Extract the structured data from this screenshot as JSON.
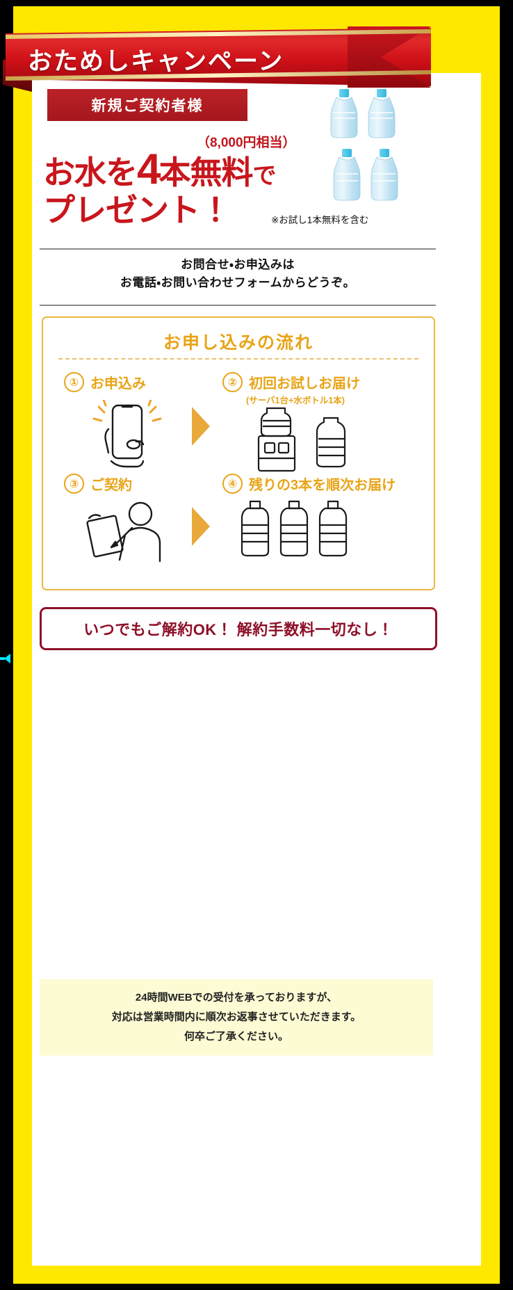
{
  "ribbon": {
    "title": "おためしキャンペーン"
  },
  "tag": {
    "label": "新規ご契約者様"
  },
  "headline": {
    "price_note": "（8,000円相当）",
    "line1_a": "お水を",
    "line1_big": "4",
    "line1_b": "本無料",
    "line1_c": "で",
    "line2": "プレゼント！",
    "small_note": "※お試し1本無料を含む"
  },
  "contact": {
    "line1": "お問合せ・お申込みは",
    "line2": "お電話・お問い合わせフォームからどうぞ。"
  },
  "flow": {
    "title": "お申し込みの流れ",
    "steps": [
      {
        "num": "①",
        "label": "お申込み",
        "sub": ""
      },
      {
        "num": "②",
        "label": "初回お試しお届け",
        "sub": "(サーバ1台+水ボトル1本)"
      },
      {
        "num": "③",
        "label": "ご契約",
        "sub": ""
      },
      {
        "num": "④",
        "label": "残りの3本を順次お届け",
        "sub": ""
      }
    ]
  },
  "cancel_banner": {
    "text": "いつでもご解約OK！ 解約手数料一切なし！"
  },
  "footnote": {
    "line1": "24時間WEBでの受付を承っておりますが、",
    "line2": "対応は営業時間内に順次お返事させていただきます。",
    "line3": "何卒ご了承ください。"
  },
  "colors": {
    "frame_yellow": "#ffe800",
    "ribbon_red": "#cf1018",
    "headline_red": "#c8161c",
    "gold": "#e8a417",
    "cancel_maroon": "#8e1028",
    "footnote_bg": "#fdfbd4"
  }
}
